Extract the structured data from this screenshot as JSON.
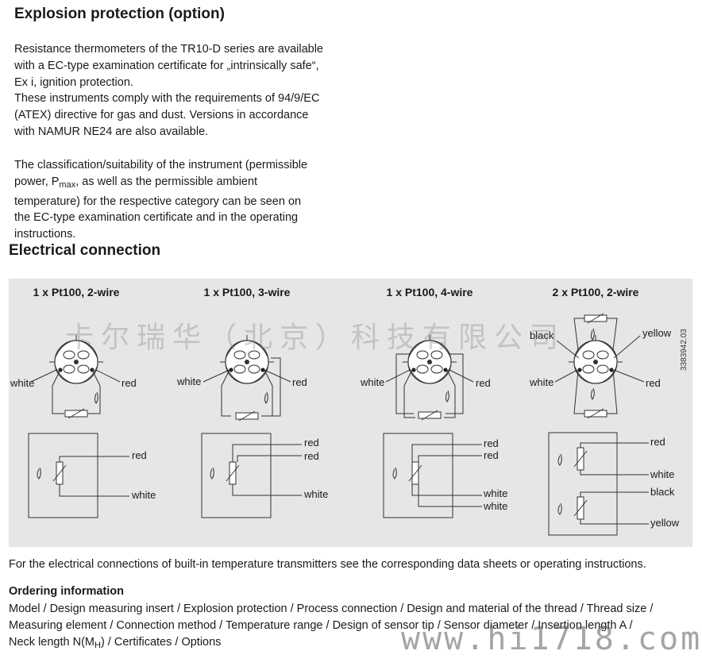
{
  "explosion": {
    "heading": "Explosion protection (option)",
    "p1": [
      "Resistance thermometers of the TR10-D series are available",
      "with a EC-type examination certificate for „intrinsically safe“,",
      "Ex i, ignition protection.",
      "These instruments comply with the requirements of 94/9/EC",
      "(ATEX) directive for gas and dust. Versions in accordance",
      "with NAMUR NE24 are also available."
    ],
    "p2_line1": "The classification/suitability of the instrument (permissible",
    "p2_line2_pre": "power, P",
    "p2_line2_sub": "max",
    "p2_line2_post": ", as well as the permissible ambient",
    "p2_rest": [
      "temperature) for the respective category can be seen on",
      "the EC-type examination certificate and in the operating",
      "instructions."
    ]
  },
  "electrical": {
    "heading": "Electrical connection",
    "diagrams": [
      {
        "title": "1 x Pt100, 2-wire",
        "top_labels": [
          "white",
          "red"
        ],
        "bottom_labels": [
          "red",
          "white"
        ]
      },
      {
        "title": "1 x Pt100, 3-wire",
        "top_labels": [
          "white",
          "red"
        ],
        "bottom_labels": [
          "red",
          "red",
          "white"
        ]
      },
      {
        "title": "1 x Pt100, 4-wire",
        "top_labels": [
          "white",
          "red"
        ],
        "bottom_labels": [
          "red",
          "red",
          "white",
          "white"
        ]
      },
      {
        "title": "2 x Pt100, 2-wire",
        "top_labels": [
          "black",
          "yellow",
          "white",
          "red"
        ],
        "bottom_labels": [
          "red",
          "white",
          "black",
          "yellow"
        ]
      }
    ],
    "figure_code": "3383942.03",
    "note": "For the electrical connections of built-in temperature transmitters see the corresponding data sheets or operating instructions."
  },
  "ordering": {
    "heading": "Ordering information",
    "line1": "Model / Design measuring insert / Explosion protection / Process connection / Design and material of the thread / Thread size /",
    "line2": "Measuring element / Connection method / Temperature range / Design of sensor tip / Sensor diameter / Insertion length A /",
    "line3_pre": "Neck length N(M",
    "line3_sub": "H",
    "line3_post": ") / Certificates / Options"
  },
  "watermarks": {
    "chinese": "卡尔瑞华（北京）科技有限公司",
    "url": "www.hi1718.com"
  }
}
